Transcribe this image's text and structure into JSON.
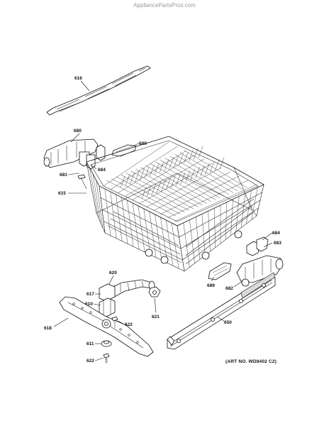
{
  "watermark": "AppliancePartsPros.com",
  "art_number": "(ART NO. WD8402 C2)",
  "labels": {
    "p616": "616",
    "p680": "680",
    "p689a": "689",
    "p681": "681",
    "p684a": "684",
    "p615": "615",
    "p684b": "684",
    "p683": "683",
    "p620": "620",
    "p689b": "689",
    "p682": "682",
    "p617": "617",
    "p610": "610",
    "p621": "621",
    "p618": "618",
    "p622a": "622",
    "p650": "650",
    "p611": "611",
    "p622b": "622"
  }
}
